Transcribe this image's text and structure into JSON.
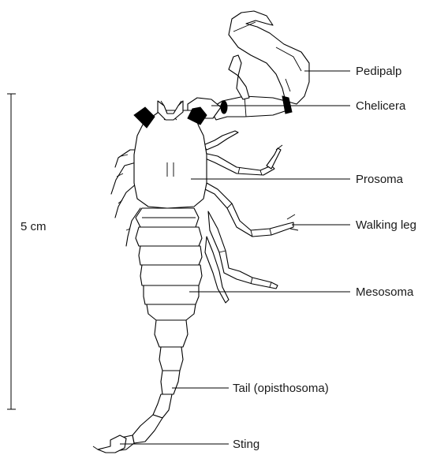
{
  "scale_bar": {
    "label": "5 cm"
  },
  "labels": {
    "pedipalp": "Pedipalp",
    "chelicera": "Chelicera",
    "prosoma": "Prosoma",
    "walking_leg": "Walking leg",
    "mesosoma": "Mesosoma",
    "tail": "Tail (opisthosoma)",
    "sting": "Sting"
  },
  "colors": {
    "line": "#000000",
    "fill": "#ffffff",
    "text": "#1a1a1a"
  }
}
